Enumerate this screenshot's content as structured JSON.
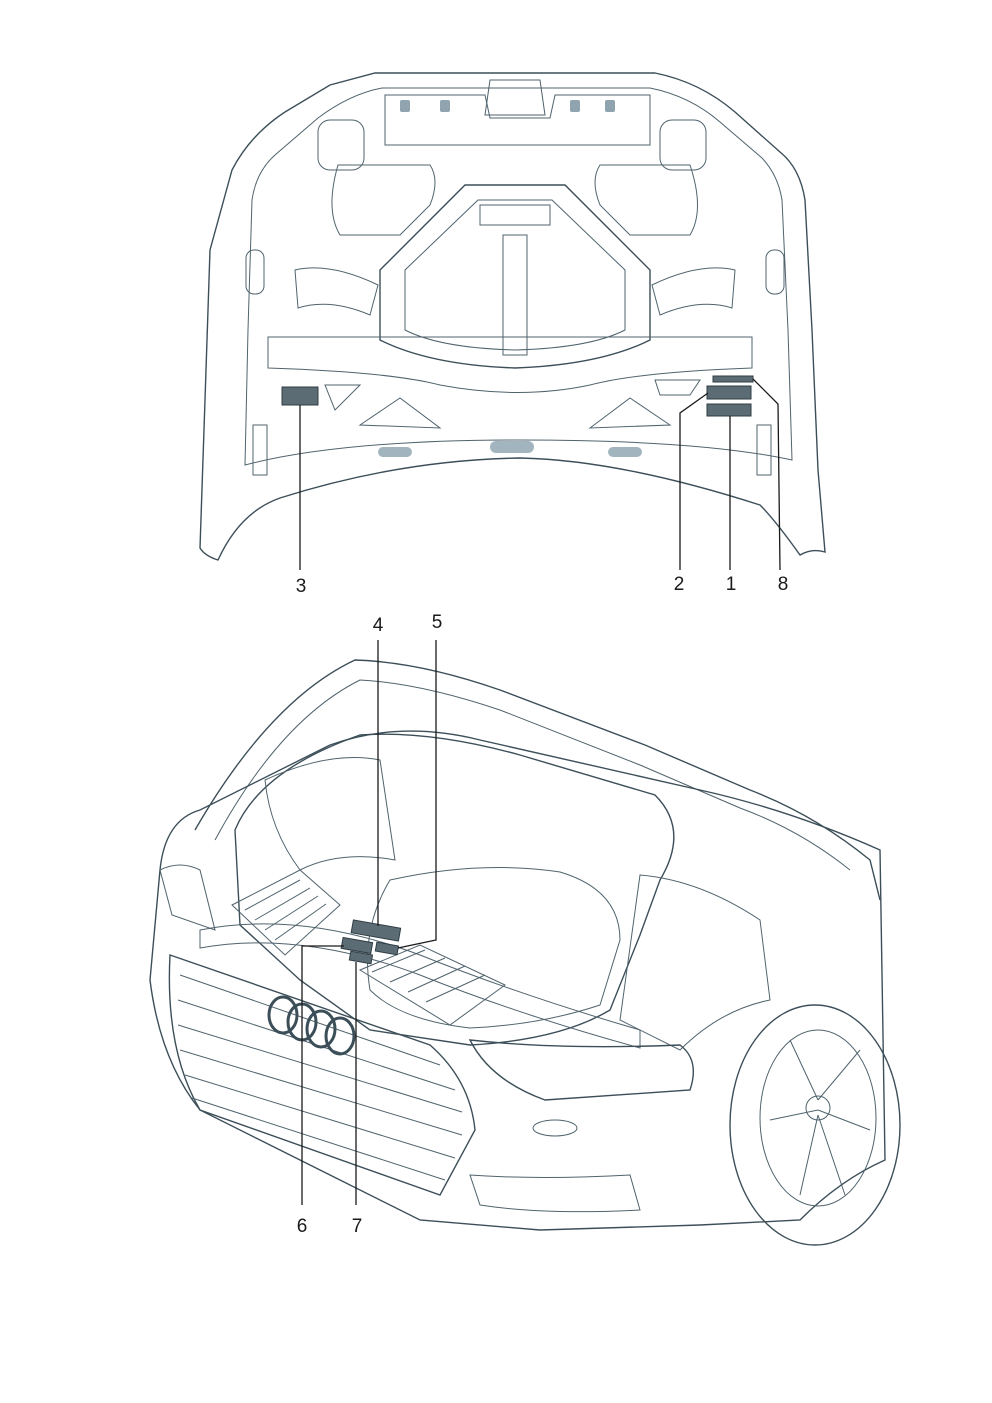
{
  "callouts": {
    "c1": "1",
    "c2": "2",
    "c3": "3",
    "c4": "4",
    "c5": "5",
    "c6": "6",
    "c7": "7",
    "c8": "8"
  },
  "colors": {
    "panel_light": "#e4edf1",
    "panel_mid": "#c7d6dd",
    "panel_dark": "#9fb3bd",
    "label_plate": "#5c6c74",
    "outline": "#3c4f59",
    "text": "#1a1a1a"
  }
}
